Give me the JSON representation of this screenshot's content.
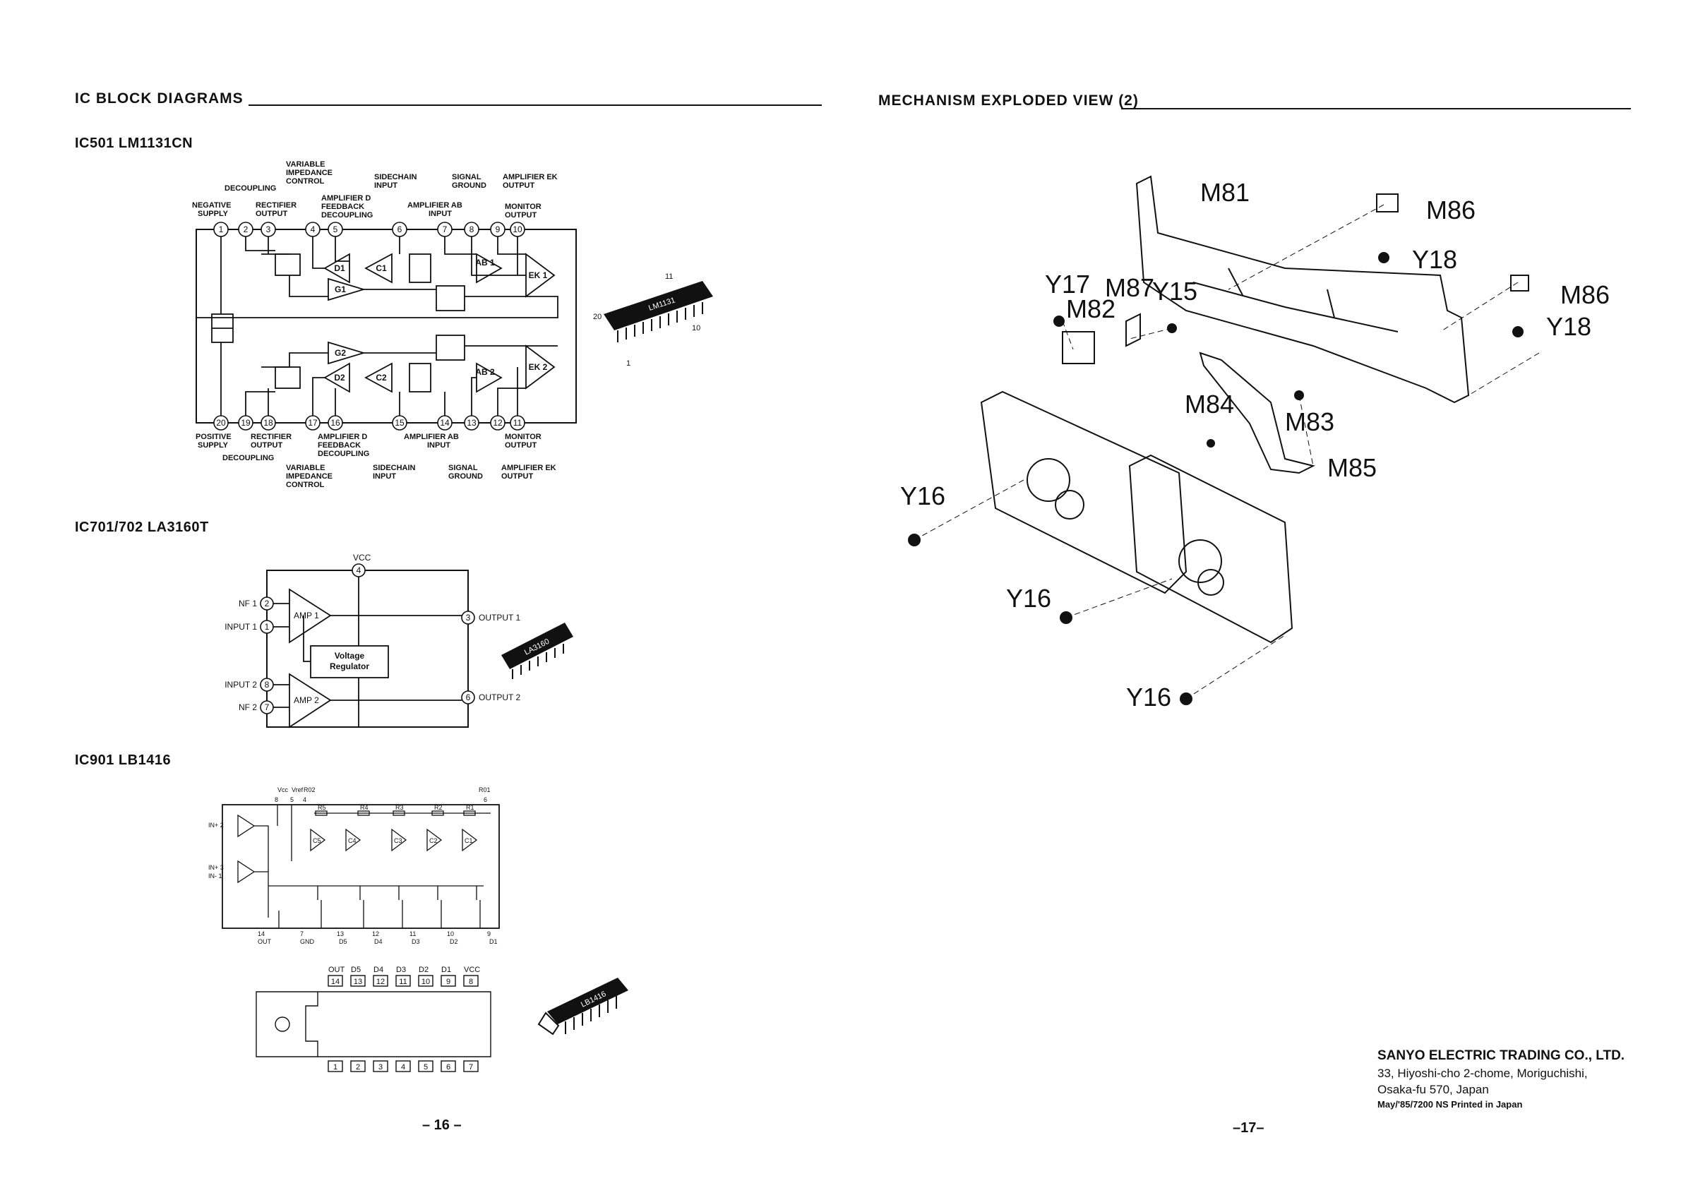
{
  "left_page": {
    "section_title": "IC BLOCK DIAGRAMS",
    "page_number": "– 16 –",
    "ic501": {
      "title": "IC501  LM1131CN",
      "top_labels": {
        "variable_impedance_control": [
          "VARIABLE",
          "IMPEDANCE",
          "CONTROL"
        ],
        "decoupling": "DECOUPLING",
        "negative_supply": [
          "NEGATIVE",
          "SUPPLY"
        ],
        "rectifier_output": [
          "RECTIFIER",
          "OUTPUT"
        ],
        "amplifier_d_feedback": [
          "AMPLIFIER D",
          "FEEDBACK",
          "DECOUPLING"
        ],
        "sidechain_input": [
          "SIDECHAIN",
          "INPUT"
        ],
        "amplifier_ab_input": [
          "AMPLIFIER AB",
          "INPUT"
        ],
        "signal_ground": [
          "SIGNAL",
          "GROUND"
        ],
        "amplifier_ek_output": [
          "AMPLIFIER EK",
          "OUTPUT"
        ],
        "monitor_output": [
          "MONITOR",
          "OUTPUT"
        ]
      },
      "bottom_labels": {
        "positive_supply": [
          "POSITIVE",
          "SUPPLY"
        ],
        "rectifier_output": [
          "RECTIFIER",
          "OUTPUT"
        ],
        "decoupling": "DECOUPLING",
        "variable_impedance_control": [
          "VARIABLE",
          "IMPEDANCE",
          "CONTROL"
        ],
        "amplifier_d_feedback": [
          "AMPLIFIER D",
          "FEEDBACK",
          "DECOUPLING"
        ],
        "sidechain_input": [
          "SIDECHAIN",
          "INPUT"
        ],
        "amplifier_ab_input": [
          "AMPLIFIER AB",
          "INPUT"
        ],
        "signal_ground": [
          "SIGNAL",
          "GROUND"
        ],
        "monitor_output": [
          "MONITOR",
          "OUTPUT"
        ],
        "amplifier_ek_output": [
          "AMPLIFIER EK",
          "OUTPUT"
        ]
      },
      "top_pins": [
        "1",
        "2",
        "3",
        "4",
        "5",
        "6",
        "7",
        "8",
        "9",
        "10"
      ],
      "bottom_pins": [
        "20",
        "19",
        "18",
        "17",
        "16",
        "15",
        "14",
        "13",
        "12",
        "11"
      ],
      "blocks": [
        "D1",
        "C1",
        "AB 1",
        "EK 1",
        "G1",
        "G2",
        "D2",
        "C2",
        "AB 2",
        "EK 2"
      ],
      "package": {
        "marking": "LM1131",
        "pin_labels": [
          "11",
          "20",
          "10",
          "1"
        ]
      }
    },
    "ic701": {
      "title": "IC701/702  LA3160T",
      "vcc": "VCC",
      "pins": {
        "p4": "4",
        "p2": "2",
        "p1": "1",
        "p3": "3",
        "p8": "8",
        "p6": "6",
        "p7": "7"
      },
      "labels": {
        "nf1": "NF 1",
        "input1": "INPUT 1",
        "output1": "OUTPUT 1",
        "input2": "INPUT 2",
        "nf2": "NF 2",
        "output2": "OUTPUT 2"
      },
      "amp1": "AMP 1",
      "amp2": "AMP 2",
      "regulator": [
        "Voltage",
        "Regulator"
      ],
      "package": {
        "marking": "LA3160"
      }
    },
    "ic901": {
      "title": "IC901  LB1416",
      "top_labels": {
        "vcc": "Vcc",
        "vref": "Vref",
        "r02": "R02",
        "r01": "R01"
      },
      "top_pins": [
        "8",
        "5",
        "4",
        "6"
      ],
      "resistors": [
        "R5",
        "R4",
        "R3",
        "R2",
        "R1"
      ],
      "comparators": [
        "C5",
        "C4",
        "C3",
        "C2",
        "C1"
      ],
      "inputs": [
        "IN+ 2",
        "IN+ 3",
        "IN- 1"
      ],
      "bottom_labels": [
        "OUT",
        "GND",
        "D5",
        "D4",
        "D3",
        "D2",
        "D1"
      ],
      "bottom_pins": [
        "14",
        "7",
        "13",
        "12",
        "11",
        "10",
        "9"
      ],
      "pinout": {
        "top_labels": [
          "OUT",
          "D5",
          "D4",
          "D3",
          "D2",
          "D1",
          "VCC"
        ],
        "top_pins": [
          "14",
          "13",
          "12",
          "11",
          "10",
          "9",
          "8"
        ],
        "bottom_pins": [
          "1",
          "2",
          "3",
          "4",
          "5",
          "6",
          "7"
        ]
      },
      "package": {
        "marking": "LB1416"
      }
    }
  },
  "right_page": {
    "section_title": "MECHANISM EXPLODED VIEW (2)",
    "page_number": "–17–",
    "part_labels": [
      "M81",
      "M86",
      "Y18",
      "M86",
      "Y18",
      "Y17",
      "M87",
      "Y15",
      "M82",
      "M84",
      "M83",
      "M85",
      "Y16",
      "Y16",
      "Y16"
    ],
    "company": {
      "name": "SANYO ELECTRIC TRADING CO., LTD.",
      "address_1": "33, Hiyoshi-cho 2-chome, Moriguchishi,",
      "address_2": "Osaka-fu 570, Japan",
      "print_note": "May/'85/7200 NS  Printed in Japan"
    }
  }
}
